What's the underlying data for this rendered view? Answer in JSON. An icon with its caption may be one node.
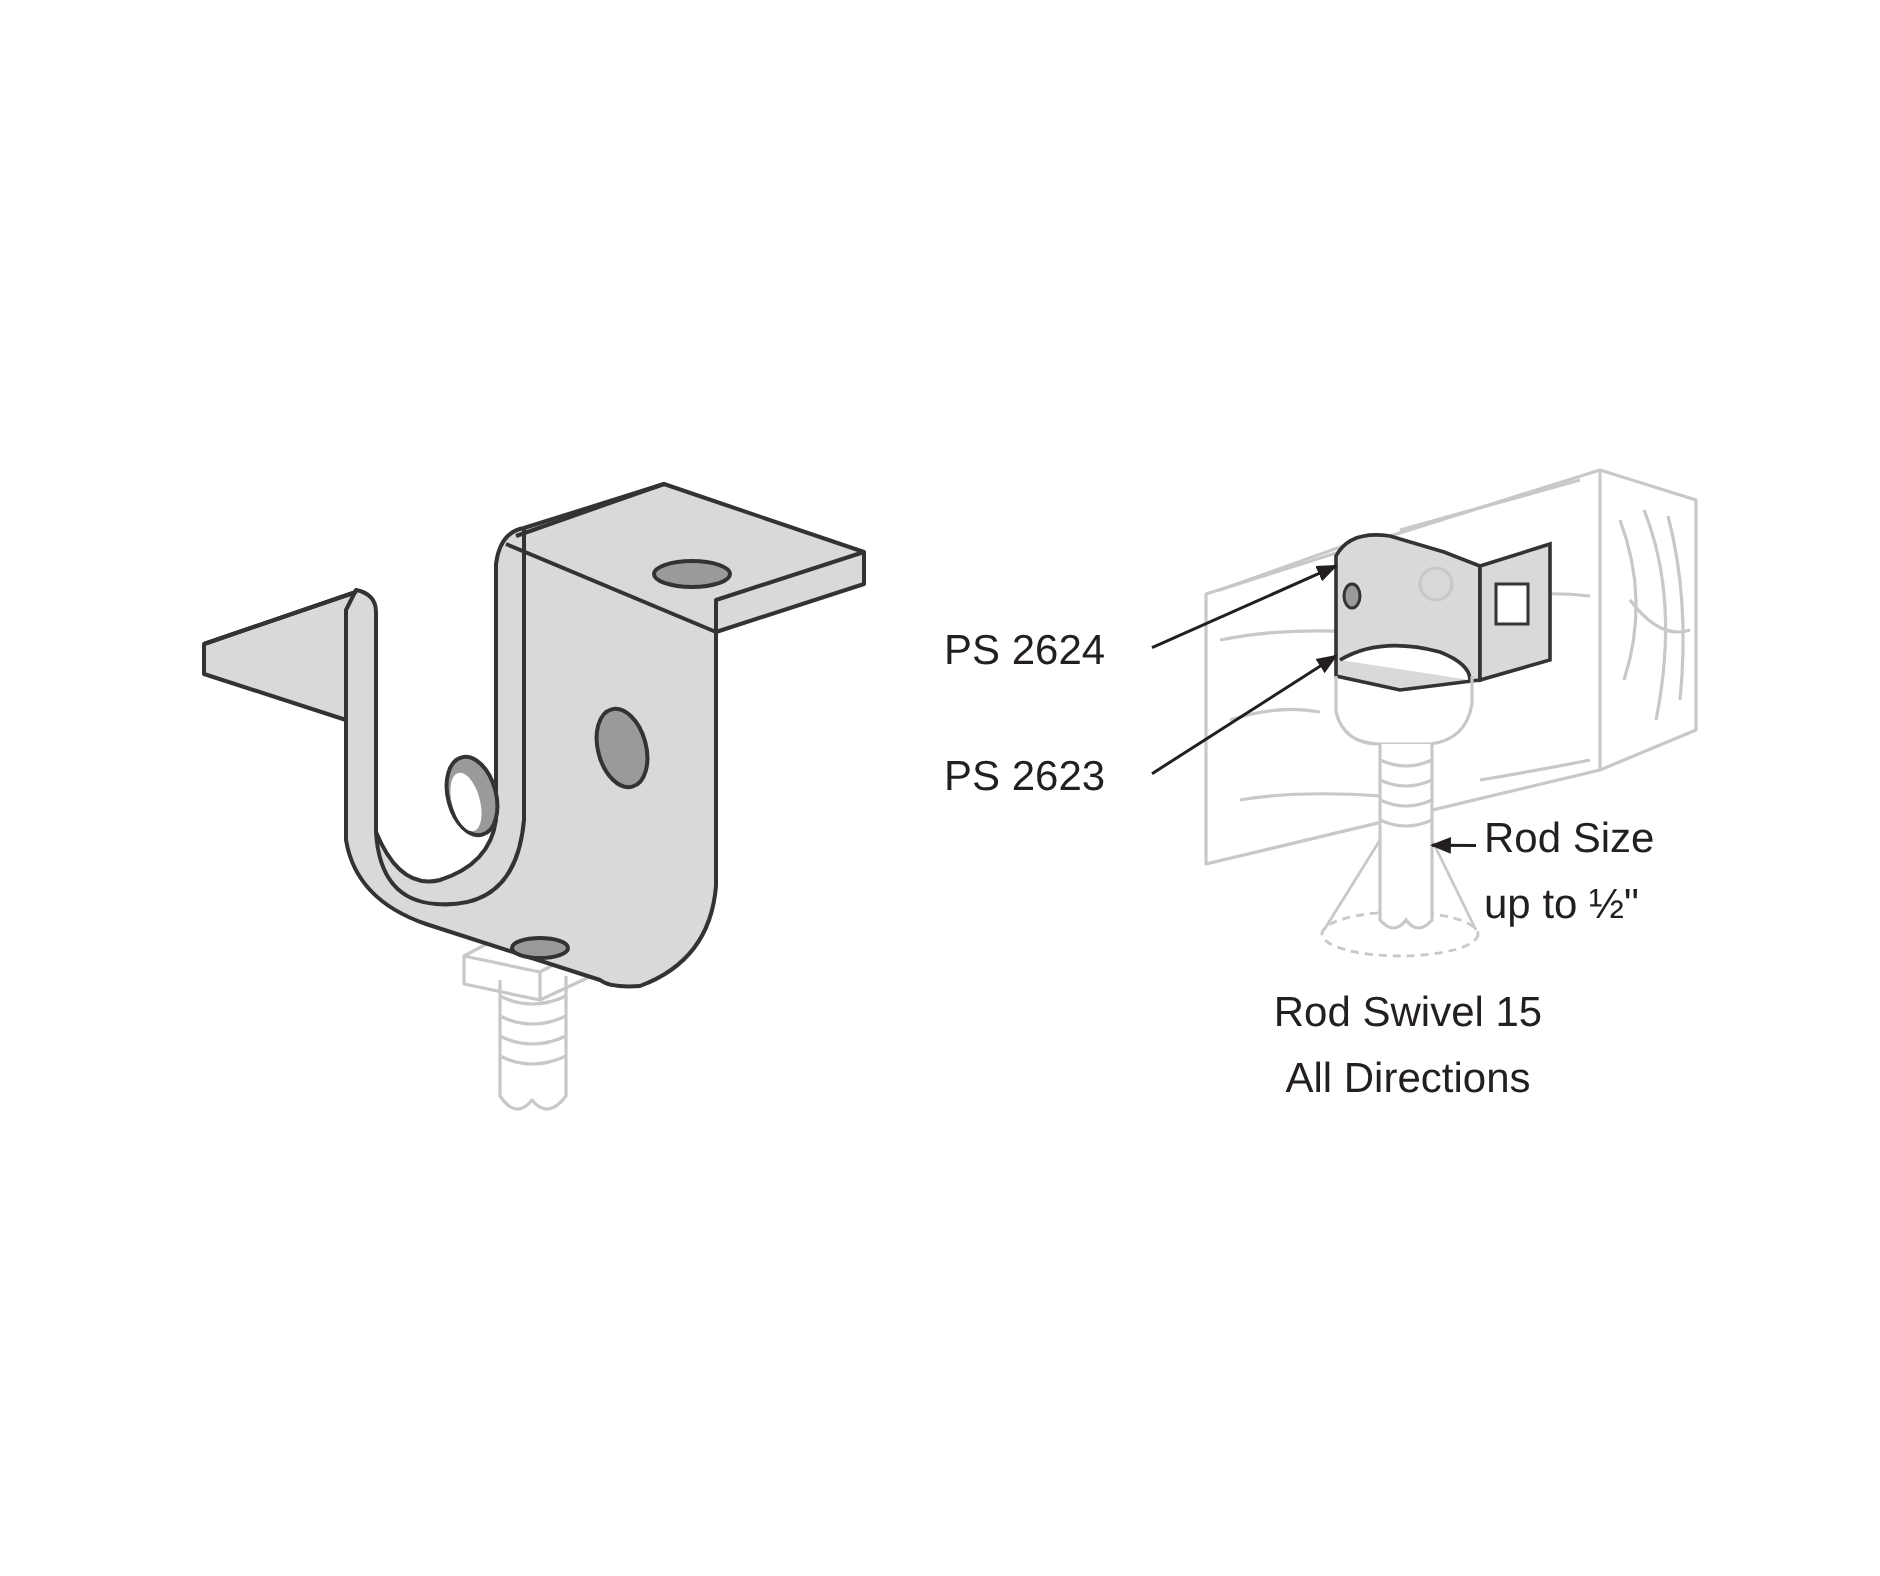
{
  "diagram": {
    "nodes": [
      {
        "text": [
          "PS 2624"
        ]
      },
      {
        "text": [
          "PS 2623"
        ]
      },
      {
        "text": [
          "Rod Size up to ½\""
        ]
      },
      {
        "text": [],
        "shape": "picture"
      },
      {
        "text": [],
        "shape": "picture"
      },
      {
        "text": [],
        "shape": "picture"
      }
    ],
    "edges": [
      {
        "from": 0,
        "to": 3,
        "arrow": "to"
      },
      {
        "from": 1,
        "to": 4,
        "arrow": "to"
      },
      {
        "from": 2,
        "to": 5,
        "arrow": "to"
      }
    ],
    "labels": [
      "Rod Swivel 15 All Directions"
    ]
  }
}
